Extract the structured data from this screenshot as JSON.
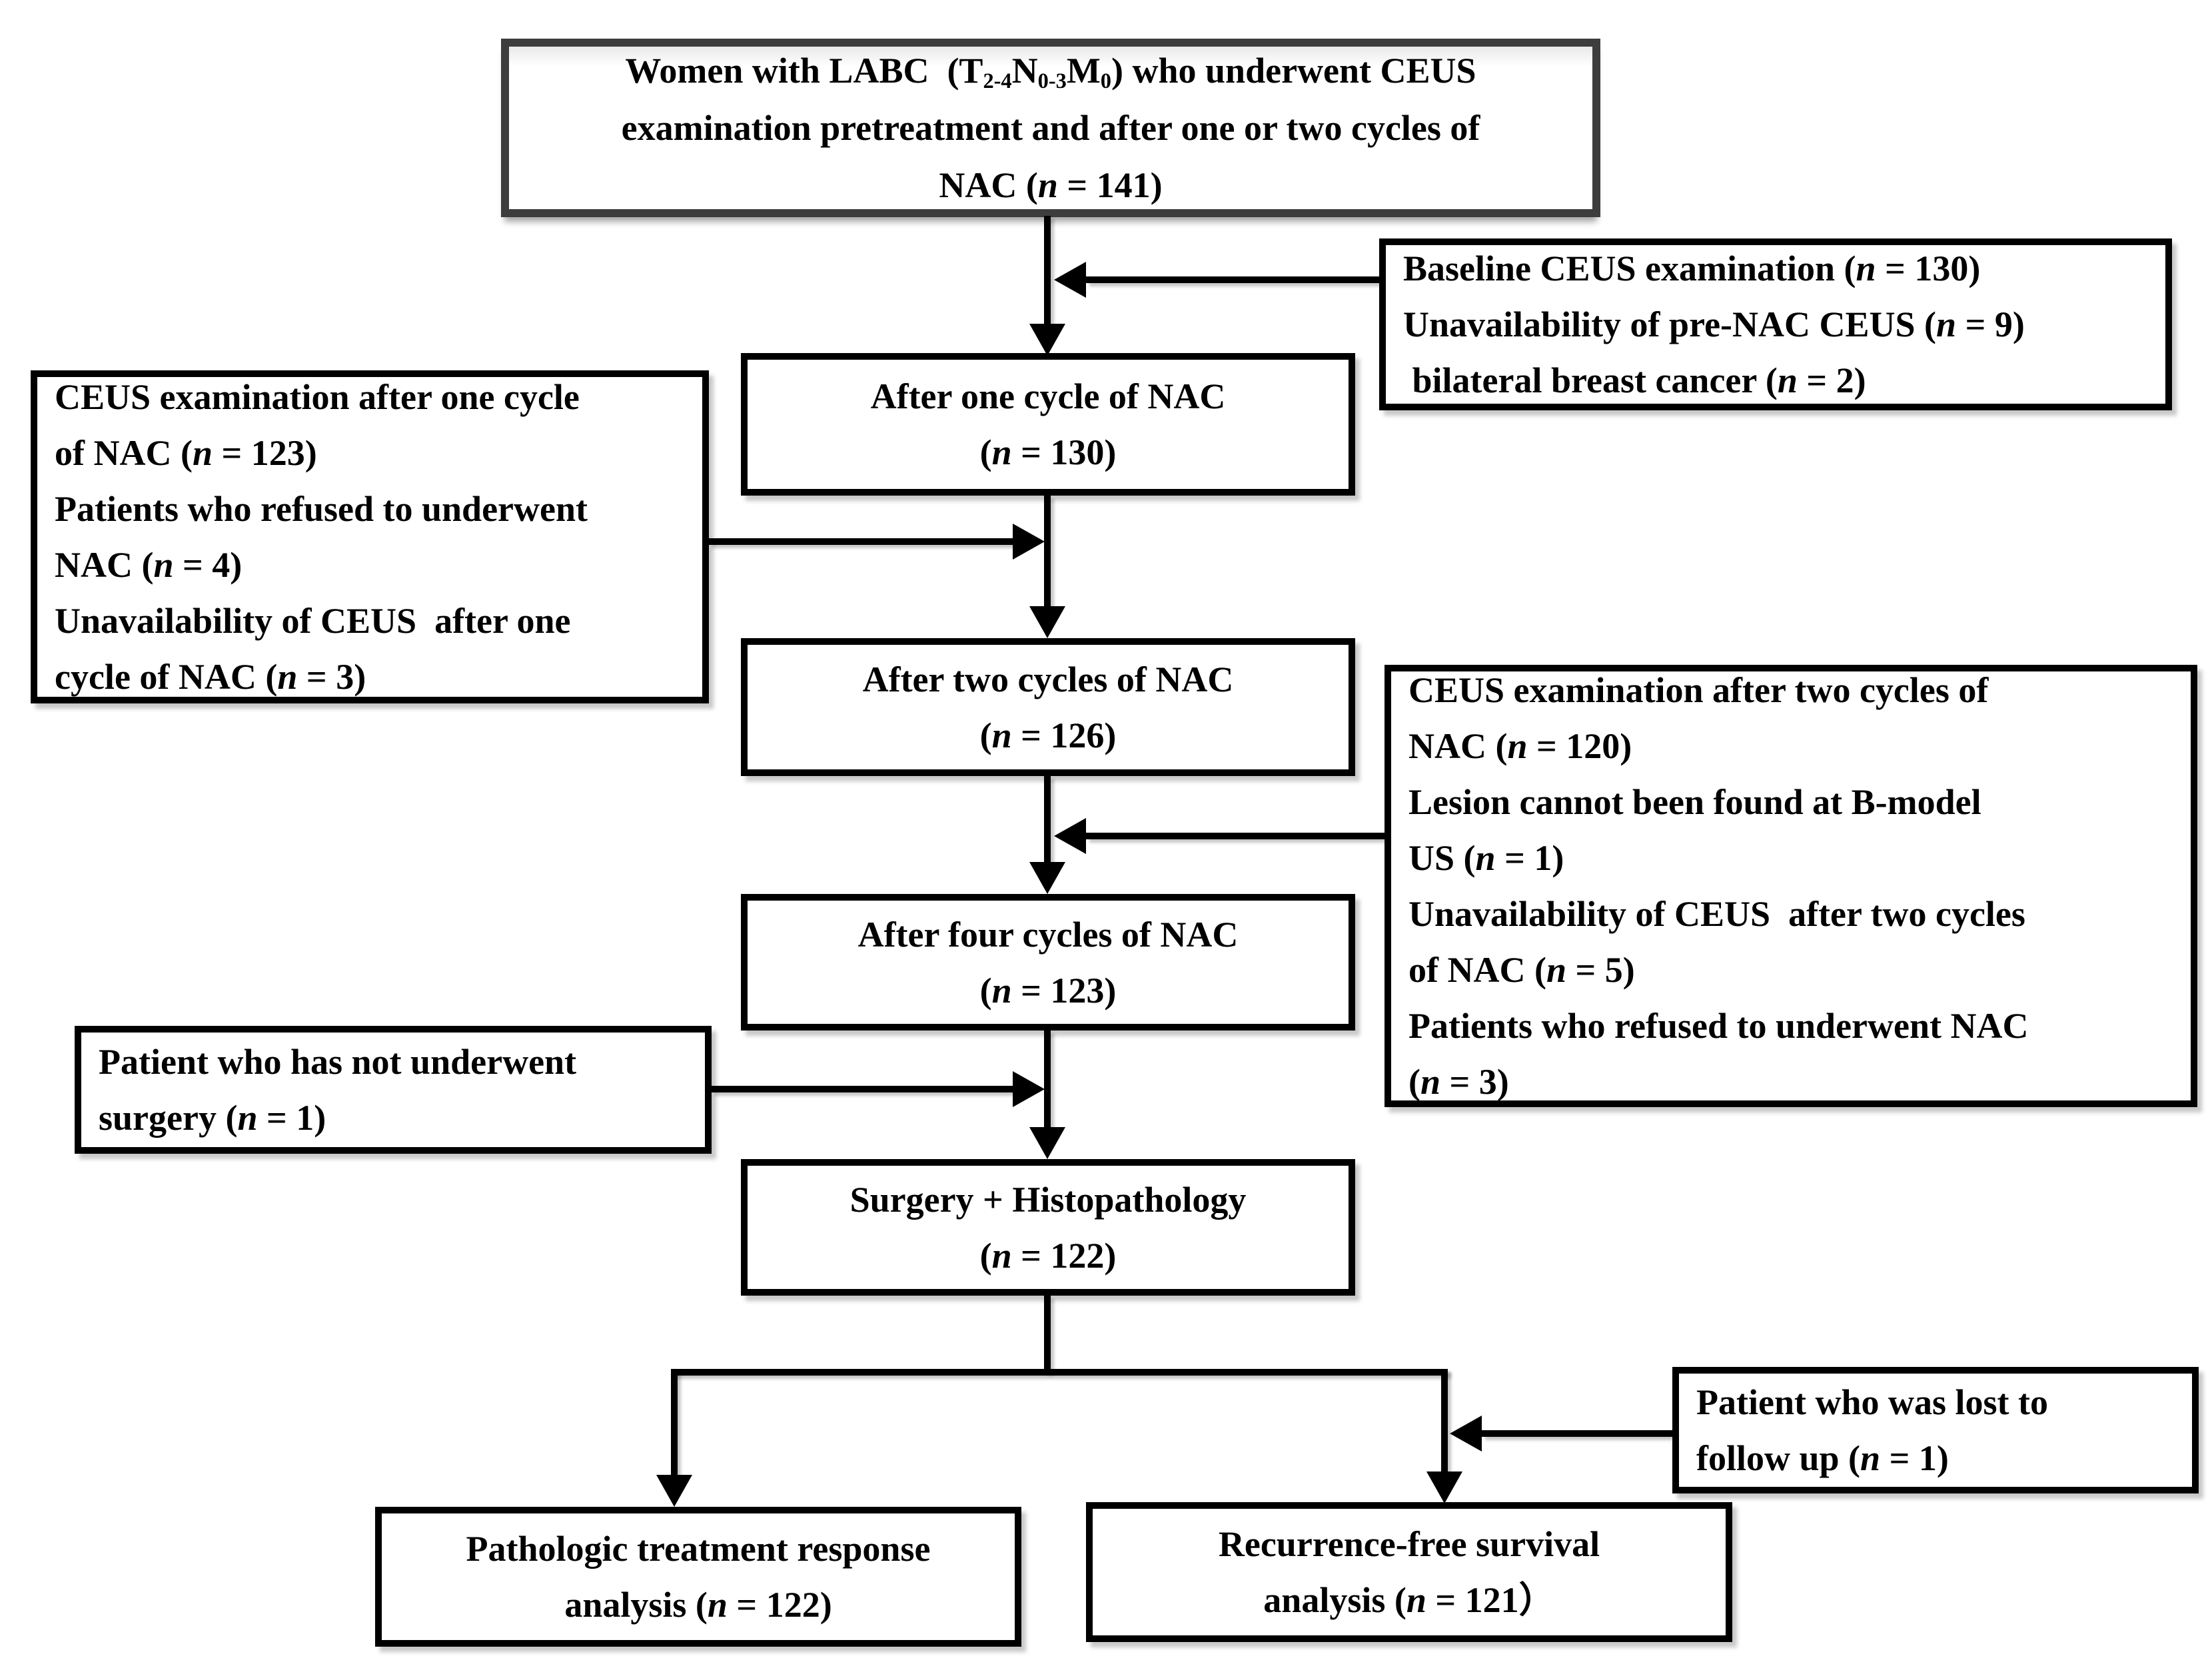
{
  "diagram": {
    "type": "patient-flow-diagram",
    "colors": {
      "line": "#000000",
      "text": "#000000",
      "background": "#ffffff",
      "top_box_border": "#3d3d3d"
    },
    "boxes": {
      "enrollment": {
        "lines": [
          "Women with LABC  (T_2-4_N_0-3_M_0_) who underwent CEUS",
          "examination pretreatment and after one or two cycles of",
          "NAC (*n* = 141)"
        ]
      },
      "baseline_exclusions": {
        "lines": [
          "Baseline CEUS examination (*n* = 130)",
          "Unavailability of pre-NAC CEUS (*n* = 9)",
          " bilateral breast cancer (*n* = 2)"
        ]
      },
      "after_one_cycle": {
        "lines": [
          "After one cycle of NAC",
          "(*n* = 130)"
        ]
      },
      "exclusions_after_one_cycle": {
        "lines": [
          "CEUS examination after one cycle",
          "of NAC (*n* = 123)",
          "Patients who refused to underwent",
          "NAC (*n* = 4)",
          "Unavailability of CEUS  after one",
          "cycle of NAC (*n* = 3)"
        ]
      },
      "after_two_cycles": {
        "lines": [
          "After two cycles of NAC",
          "(*n* = 126)"
        ]
      },
      "exclusions_after_two_cycles": {
        "lines": [
          "CEUS examination after two cycles of",
          "NAC (*n* = 120)",
          "Lesion cannot been found at B-model",
          "US (*n* = 1)",
          "Unavailability of CEUS  after two cycles",
          "of NAC (*n* = 5)",
          "Patients who refused to underwent NAC",
          "(*n* = 3)"
        ]
      },
      "after_four_cycles": {
        "lines": [
          "After four cycles of NAC",
          "(*n* = 123)"
        ]
      },
      "not_underwent_surgery": {
        "lines": [
          "Patient who has not underwent",
          "surgery (*n* = 1)"
        ]
      },
      "surgery_histopathology": {
        "lines": [
          "Surgery + Histopathology",
          "(*n* = 122)"
        ]
      },
      "lost_to_follow_up": {
        "lines": [
          "Patient who was lost to",
          "follow up (*n* = 1)"
        ]
      },
      "pathologic_analysis": {
        "lines": [
          "Pathologic treatment response",
          "analysis (*n* = 122)"
        ]
      },
      "recurrence_analysis": {
        "lines": [
          "Recurrence-free survival",
          "analysis (*n* = 121）"
        ]
      }
    }
  }
}
